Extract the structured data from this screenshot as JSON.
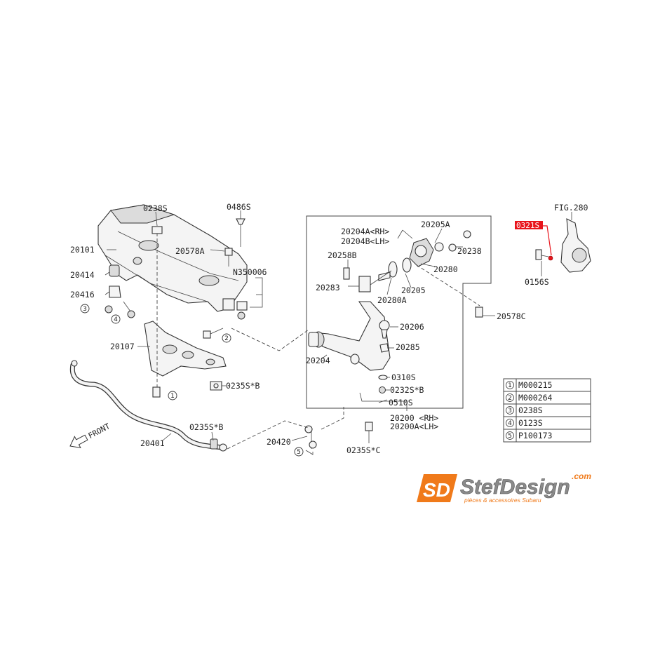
{
  "labels": {
    "p0238s_top": "0238S",
    "p0486s": "0486S",
    "p20578a": "20578A",
    "pn350006": "N350006",
    "p20101": "20101",
    "p20414": "20414",
    "p20416": "20416",
    "p20107": "20107",
    "p0235sb_1": "0235S*B",
    "p20401": "20401",
    "p0235sb_2": "0235S*B",
    "p20420": "20420",
    "p0235sc": "0235S*C",
    "p20204a": "20204A<RH>",
    "p20204b": "20204B<LH>",
    "p20205a": "20205A",
    "p20238": "20238",
    "p20258b": "20258B",
    "p20280": "20280",
    "p20283": "20283",
    "p20205": "20205",
    "p20280a": "20280A",
    "p20578c": "20578C",
    "p20206": "20206",
    "p20285": "20285",
    "p20204": "20204",
    "p0310s": "0310S",
    "p0232sb": "0232S*B",
    "p0510s": "0510S",
    "p20200": "20200 <RH>",
    "p20200a": "20200A<LH>",
    "fig280": "FIG.280",
    "p0321s": "0321S",
    "p0156s": "0156S",
    "front": "FRONT"
  },
  "callouts": {
    "c1": "1",
    "c2": "2",
    "c3": "3",
    "c4": "4",
    "c5": "5"
  },
  "legend": [
    {
      "num": "1",
      "code": "M000215"
    },
    {
      "num": "2",
      "code": "M000264"
    },
    {
      "num": "3",
      "code": "0238S"
    },
    {
      "num": "4",
      "code": "0123S"
    },
    {
      "num": "5",
      "code": "P100173"
    }
  ],
  "logo": {
    "mark": "SD",
    "name": "StefDesign",
    "suffix": ".com",
    "tagline": "pièces & accessoires Subaru"
  },
  "colors": {
    "highlight": "#e8141b",
    "logo_orange": "#f07a1a",
    "logo_gray": "#8a8a8a"
  }
}
